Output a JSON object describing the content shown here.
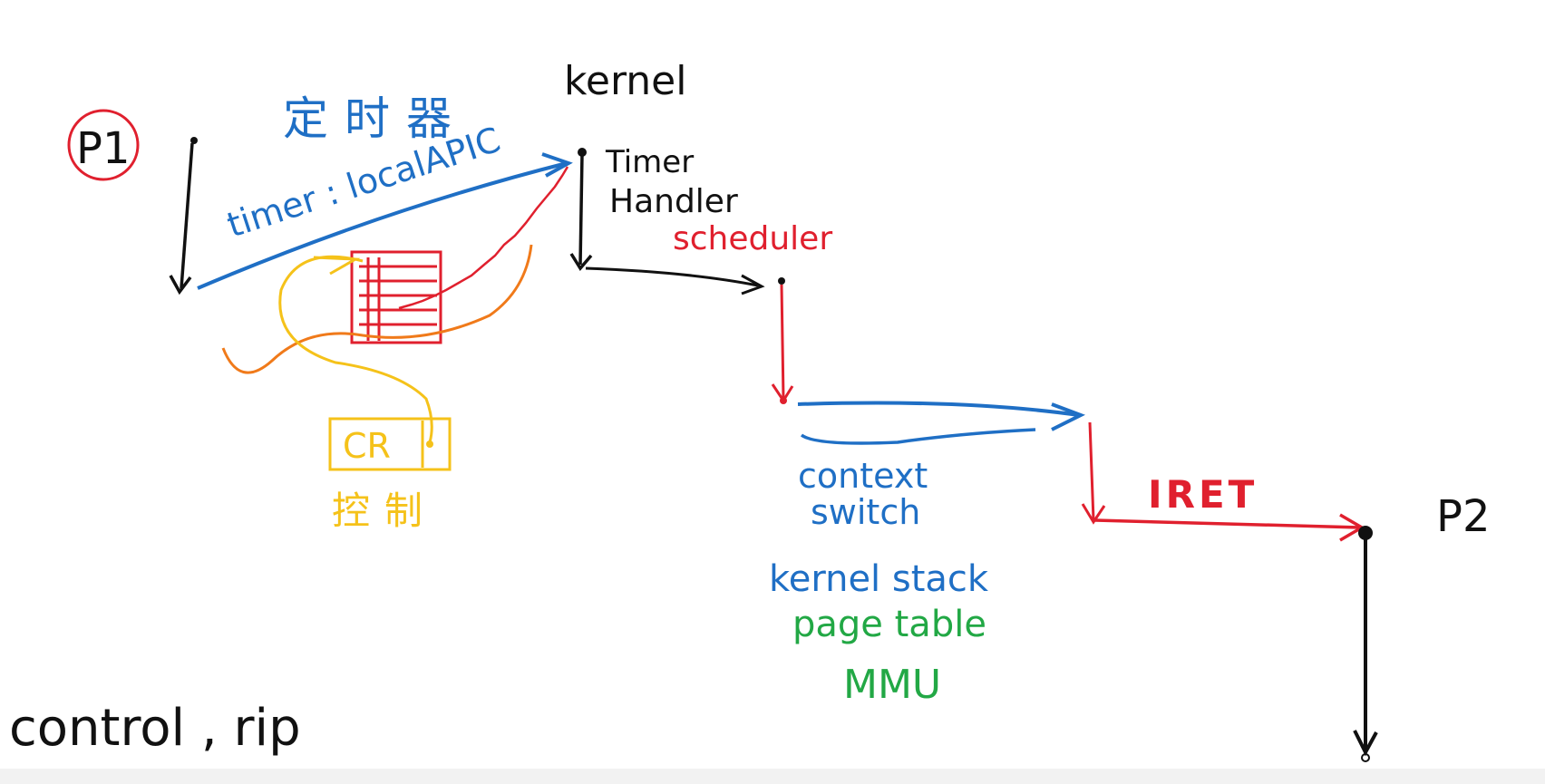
{
  "colors": {
    "black": "#111111",
    "blue": "#1f6fc5",
    "red": "#e0202e",
    "orange": "#f07a1a",
    "yellow": "#f5c21a",
    "green": "#22a845"
  },
  "labels": {
    "p1": "P1",
    "timer_chinese": "定时器",
    "kernel": "kernel",
    "timer_localapic": "timer : localAPIC",
    "timer_handler_line1": "Timer",
    "timer_handler_line2": "Handler",
    "scheduler": "scheduler",
    "cr": "CR",
    "cr_chinese": "控制",
    "context_switch_line1": "context",
    "context_switch_line2": "switch",
    "iret": "IRET",
    "p2": "P2",
    "kernel_stack": "kernel stack",
    "page_table": "page table",
    "mmu": "MMU",
    "control_rip": "control , rip"
  }
}
